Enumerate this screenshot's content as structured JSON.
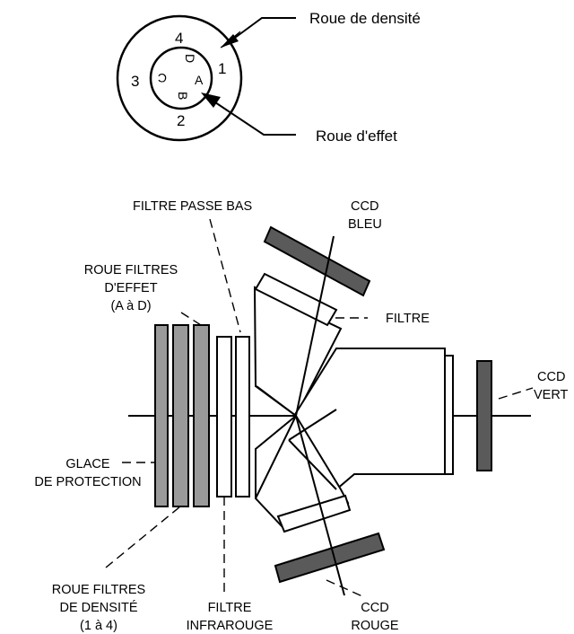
{
  "wheel_diagram": {
    "density_numbers": [
      "1",
      "2",
      "3",
      "4"
    ],
    "effect_letters": [
      "A",
      "B",
      "C",
      "D"
    ],
    "density_wheel_label": "Roue de densité",
    "effect_wheel_label": "Roue d'effet"
  },
  "optics": {
    "low_pass_filter": "FILTRE PASSE BAS",
    "ccd_blue": [
      "CCD",
      "BLEU"
    ],
    "effect_filter_wheel": [
      "ROUE FILTRES",
      "D'EFFET",
      "(A à D)"
    ],
    "filter": "FILTRE",
    "ccd_green": [
      "CCD",
      "VERT"
    ],
    "protection_glass": [
      "GLACE",
      "DE PROTECTION"
    ],
    "density_filter_wheel": [
      "ROUE FILTRES",
      "DE DENSITÉ",
      "(1 à 4)"
    ],
    "infrared_filter": [
      "FILTRE",
      "INFRAROUGE"
    ],
    "ccd_red": [
      "CCD",
      "ROUGE"
    ]
  },
  "colors": {
    "ccd_fill": "#5a5a5a",
    "filter_fill": "#9a9a9a",
    "line": "#000000"
  }
}
